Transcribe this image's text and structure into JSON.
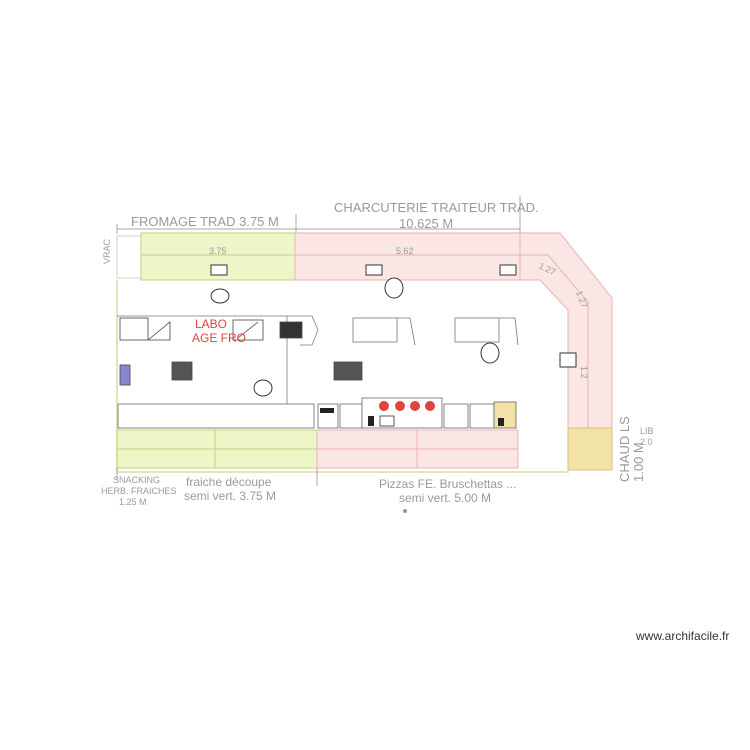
{
  "colors": {
    "green_zone": "#eef6c8",
    "green_border": "#b9d38a",
    "pink_zone": "#fbe6e6",
    "pink_border": "#e9b3b3",
    "yellow_zone": "#f3e2a6",
    "outline": "#d9d6a6",
    "lab_red": "#e0423e"
  },
  "labels": {
    "fromage_title": "FROMAGE TRAD 3.75 M",
    "charcuterie_title": "CHARCUTERIE TRAITEUR TRAD.",
    "charcuterie_length": "10.625 M",
    "vrac": "VRAC",
    "dim_375": "3.75",
    "dim_562": "5.62",
    "dim_127a": "1.27",
    "dim_127b": "1.27",
    "dim_side": "1.2",
    "labo_line1": "LABO",
    "labo_line2": "AGE FRO",
    "snacking_line1": "SNACKING",
    "snacking_line2": "HERB. FRAICHES",
    "snacking_line3": "1.25 M",
    "fraiche_line1": "fraiche découpe",
    "fraiche_line2": "semi vert. 3.75 M",
    "pizzas_line1": "Pizzas FE. Bruschettas ...",
    "pizzas_line2": "semi vert. 5.00 M",
    "chaud_line1": "CHAUD LS",
    "chaud_line2": "1.00 M",
    "lib_line1": "LIB",
    "lib_line2": "2.0",
    "watermark": "www.archifacile.fr"
  }
}
